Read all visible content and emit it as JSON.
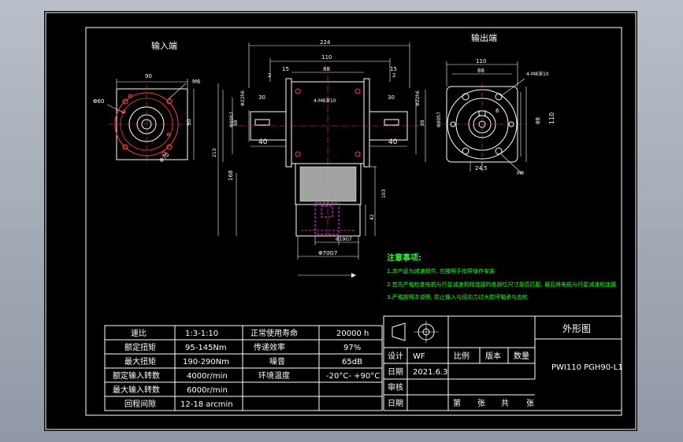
{
  "views": {
    "input_end": "输入端",
    "output_end": "输出端"
  },
  "input_view": {
    "dim_top": "90",
    "dim_right": "90",
    "dim_holes": "M6",
    "dim_circle": "Φ60",
    "dim_pcd": "Φ70"
  },
  "side_view": {
    "dim_overall": "224",
    "dim_body": "110",
    "dim_inner": "88",
    "dim_flange_left": "15",
    "dim_flange_right": "15",
    "dim_step_left": "2",
    "dim_step_right": "2",
    "dim_key_left": "30",
    "dim_key_right": "30",
    "dim_shaft_left": "Φ22h6",
    "dim_shaft_right": "Φ22h6",
    "dim_holes": "4-M8深10",
    "dim_height_left": "88",
    "dim_pilot_left": "Φ80h7",
    "dim_pilot_right": "Φ80h7",
    "dim_height_right": "88",
    "dim_key_len_left": "40",
    "dim_key_len_right": "40",
    "dim_total_height": "213",
    "dim_lower": "168",
    "dim_motor_height": "103",
    "dim_motor_step": "42",
    "dim_motor_shaft": "Φ19G7",
    "dim_motor_pilot": "Φ70G7"
  },
  "output_view": {
    "dim_top": "110",
    "dim_inner": "88",
    "dim_holes": "4-M8深10",
    "dim_key": "6",
    "dim_right_inner": "88",
    "dim_right_outer": "110",
    "dim_offset": "24.5",
    "dim_m8": "M8"
  },
  "notes": {
    "title": "注意事项:",
    "items": [
      "1.本产品为减速部件, 应按照于指导操作安装",
      "2.首先严格检查电机与行星减速机相连接的各部位尺寸是否匹配, 最后将电机与行星减速机连接",
      "3.严格按照本说明, 防止输入与径向力过大损坏轴承与齿轮"
    ]
  },
  "spec_table": {
    "rows": [
      [
        "速比",
        "1:3-1:10",
        "正常使用寿命",
        "20000 h"
      ],
      [
        "额定扭矩",
        "95-145Nm",
        "传递效率",
        "97%"
      ],
      [
        "最大扭矩",
        "190-290Nm",
        "噪音",
        "65dB"
      ],
      [
        "额定输入转数",
        "4000r/min",
        "环境温度",
        "-20°C- +90°C"
      ],
      [
        "最大输入转数",
        "6000r/min",
        "",
        ""
      ],
      [
        "回程间隙",
        "12-18 arcmin",
        "",
        ""
      ]
    ]
  },
  "title_block": {
    "drawing_title": "外形图",
    "part_no": "PWI110 PGH90-L1",
    "labels": {
      "design": "设计",
      "designer": "WF",
      "scale": "比例",
      "version": "版本",
      "quantity": "数量",
      "date": "日期",
      "date_value": "2021.6.3",
      "review": "审核",
      "date2": "日期",
      "sheet": "第",
      "sheet_zhang": "张",
      "total": "共",
      "total_zhang": "张"
    }
  },
  "colors": {
    "line": "#ffffff",
    "hole": "#ff3b3b",
    "center": "#ff4040",
    "note": "#22ff22",
    "hidden": "#ff33ff",
    "shade": "#b5b5b5"
  }
}
